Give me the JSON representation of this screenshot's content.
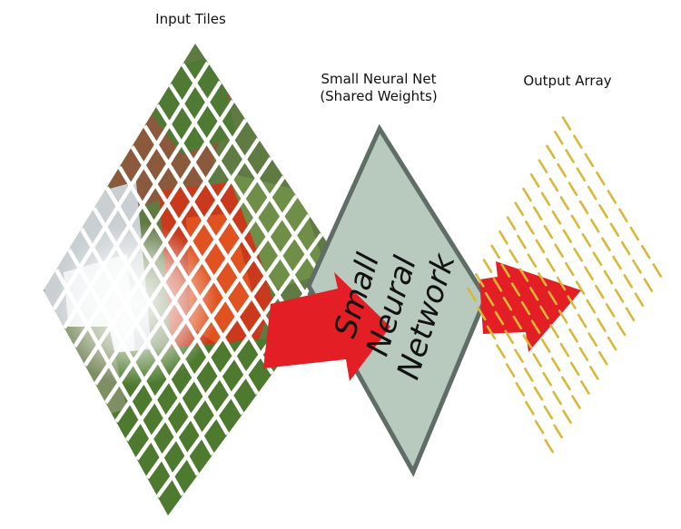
{
  "labels": {
    "input_tiles": "Input Tiles",
    "small_neural_net_line1": "Small Neural Net",
    "small_neural_net_line2": "(Shared Weights)",
    "output_array": "Output Array"
  },
  "network_box": {
    "line1": "Small",
    "line2": "Neural",
    "line3": "Network"
  },
  "colors": {
    "network_fill": "#b8c9be",
    "network_stroke": "#5f6d66",
    "arrow": "#e31e24",
    "output_dash": "#d9b738",
    "tile_gap": "#ffffff"
  }
}
